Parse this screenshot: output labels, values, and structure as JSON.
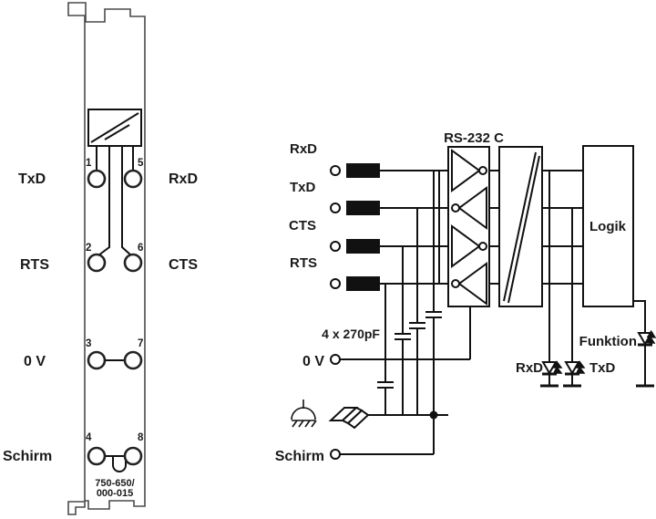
{
  "module": {
    "part_number_line1": "750-650/",
    "part_number_line2": "000-015",
    "labels_left": {
      "txd": "TxD",
      "rts": "RTS",
      "zero_v": "0 V",
      "schirm": "Schirm"
    },
    "labels_right": {
      "rxd": "RxD",
      "cts": "CTS"
    },
    "pins": {
      "p1": "1",
      "p2": "2",
      "p3": "3",
      "p4": "4",
      "p5": "5",
      "p6": "6",
      "p7": "7",
      "p8": "8"
    }
  },
  "schematic": {
    "signal_labels": {
      "rxd": "RxD",
      "txd": "TxD",
      "cts": "CTS",
      "rts": "RTS"
    },
    "rs232_block_label": "RS-232 C",
    "logik_block_label": "Logik",
    "cap_label": "4 x 270pF",
    "zero_v_label": "0 V",
    "schirm_label": "Schirm",
    "led_labels": {
      "rxd": "RxD",
      "txd": "TxD",
      "funktion": "Funktion"
    }
  },
  "colors": {
    "line": "#111111",
    "module_outline": "#4a4a4a",
    "background": "#ffffff"
  }
}
